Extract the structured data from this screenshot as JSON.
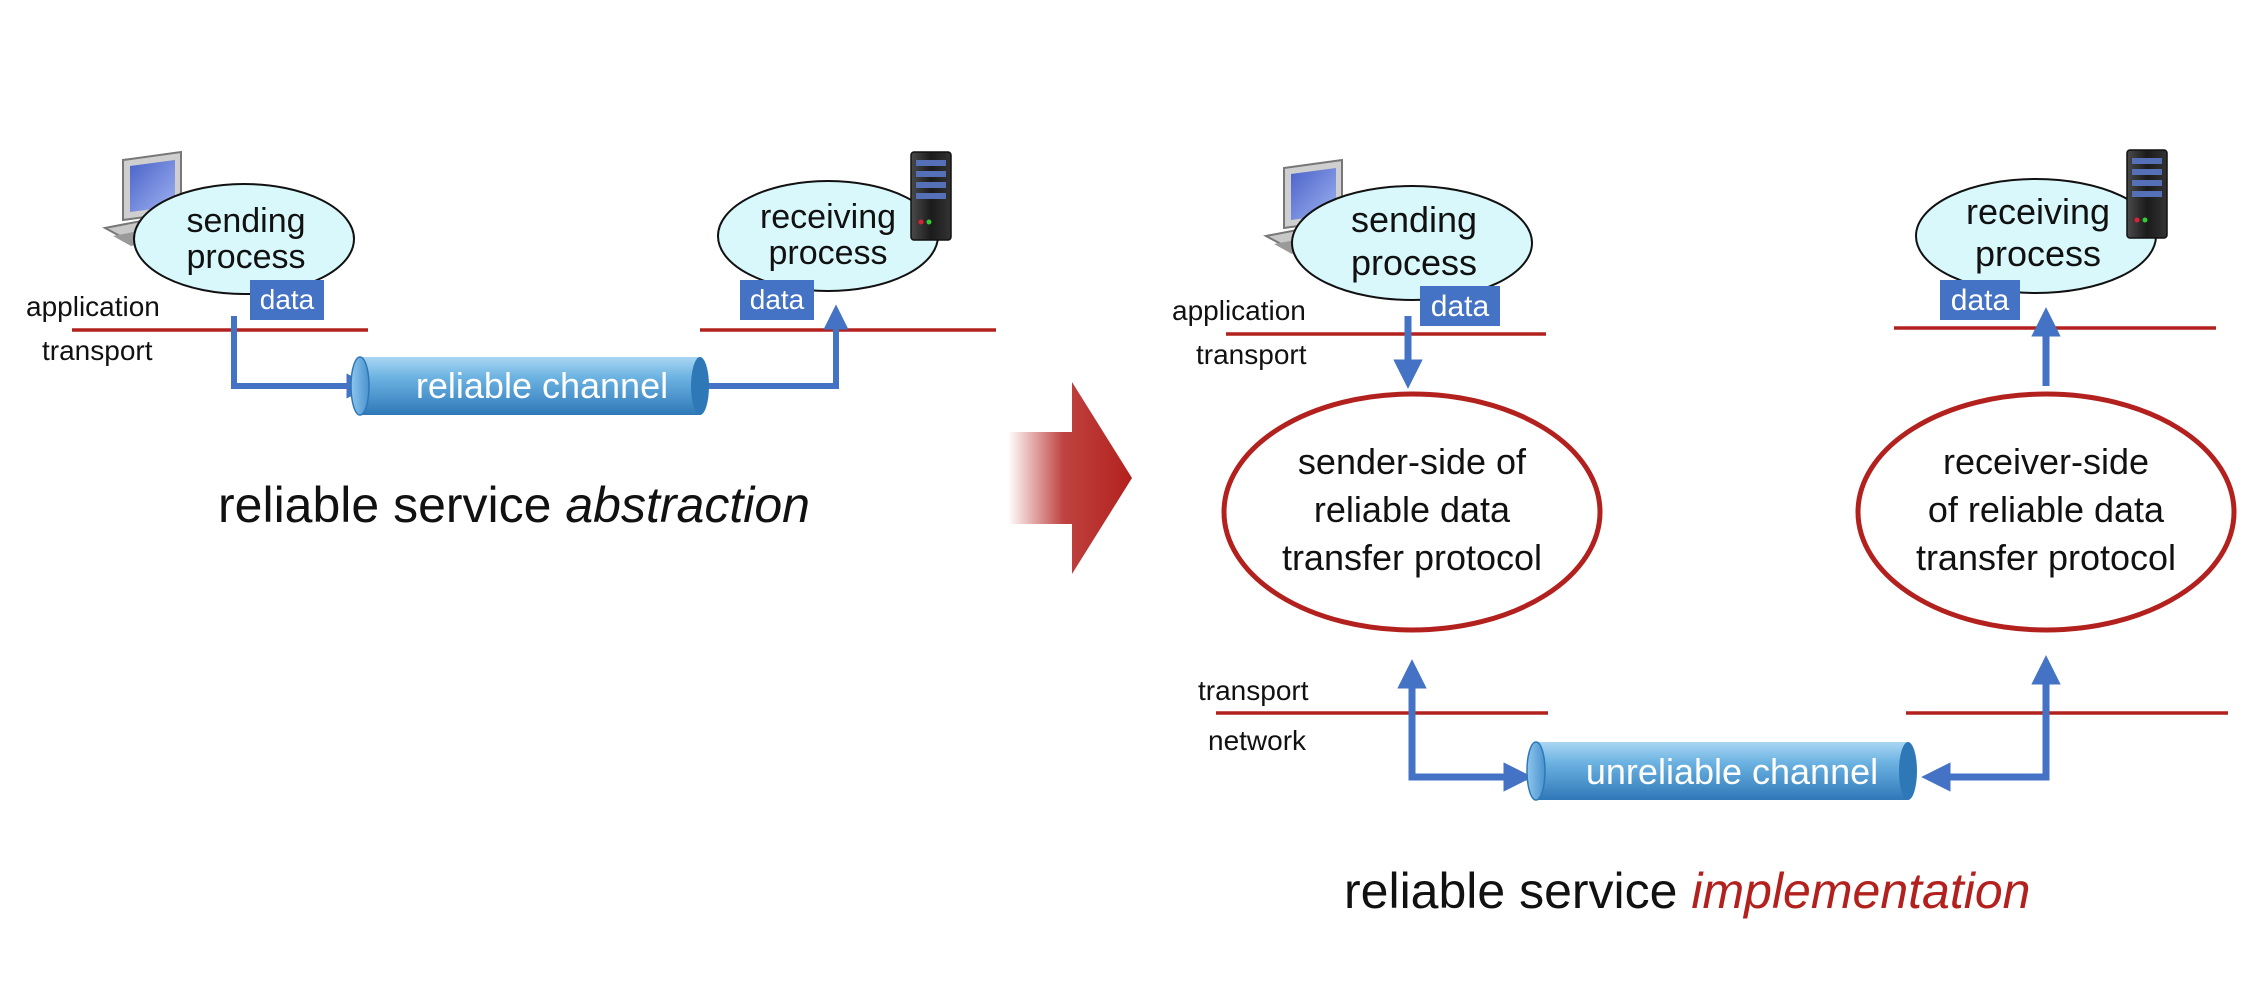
{
  "colors": {
    "layer_line": "#b3211e",
    "arrow": "#4472c4",
    "process_fill": "#d8f8fb",
    "data_label_bg": "#4472c4",
    "channel": "#5ea6d8",
    "protocol_ellipse": "#b3211e",
    "accent_text": "#b3211e"
  },
  "icons": {
    "sending_host": "desktop-computer-icon",
    "receiving_host": "server-tower-icon",
    "transition": "right-arrow-icon"
  },
  "abstraction": {
    "sending_process": {
      "line1": "sending",
      "line2": "process"
    },
    "receiving_process": {
      "line1": "receiving",
      "line2": "process"
    },
    "data_send": "data",
    "data_recv": "data",
    "layer_application": "application",
    "layer_transport": "transport",
    "channel": "reliable channel",
    "caption_plain": "reliable service ",
    "caption_italic": "abstraction"
  },
  "implementation": {
    "sending_process": {
      "line1": "sending",
      "line2": "process"
    },
    "receiving_process": {
      "line1": "receiving",
      "line2": "process"
    },
    "data_send": "data",
    "data_recv": "data",
    "layer_application": "application",
    "layer_transport_upper": "transport",
    "layer_transport_lower": "transport",
    "layer_network": "network",
    "sender_protocol": {
      "line1": "sender-side of",
      "line2": "reliable data",
      "line3": "transfer protocol"
    },
    "receiver_protocol": {
      "line1": "receiver-side",
      "line2": "of reliable data",
      "line3": "transfer protocol"
    },
    "channel": "unreliable channel",
    "caption_plain": "reliable service ",
    "caption_italic": "implementation"
  }
}
